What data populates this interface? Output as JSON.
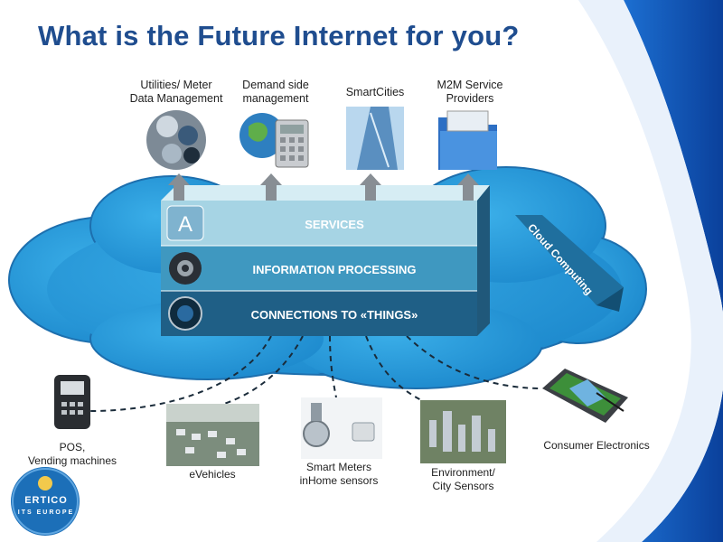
{
  "title": "What is the Future Internet for you?",
  "applications": [
    {
      "label": "Utilities/ Meter\nData Management",
      "icon": "meter-data-icon"
    },
    {
      "label": "Demand side\nmanagement",
      "icon": "globe-calculator-icon"
    },
    {
      "label": "SmartCities",
      "icon": "skyscraper-icon"
    },
    {
      "label": "M2M Service\nProviders",
      "icon": "folder-icon"
    }
  ],
  "layers": {
    "services": "SERVICES",
    "information_processing": "INFORMATION PROCESSING",
    "connections": "CONNECTIONS TO «THINGS»"
  },
  "cloud_label": "Cloud Computing",
  "devices": [
    {
      "label": "POS,\nVending machines",
      "icon": "pos-terminal-icon"
    },
    {
      "label": "eVehicles",
      "icon": "traffic-icon"
    },
    {
      "label": "Smart Meters\ninHome sensors",
      "icon": "smart-meter-icon"
    },
    {
      "label": "Environment/\nCity  Sensors",
      "icon": "city-icon"
    },
    {
      "label": "Consumer Electronics",
      "icon": "tablet-icon"
    }
  ],
  "logo": {
    "name": "ERTICO",
    "tagline": "ITS EUROPE"
  },
  "colors": {
    "title": "#1f4d8f",
    "cloud": "#2a9ad8",
    "services": "#a6d4e4",
    "processing": "#3f98c0",
    "connections": "#1f5f86"
  }
}
